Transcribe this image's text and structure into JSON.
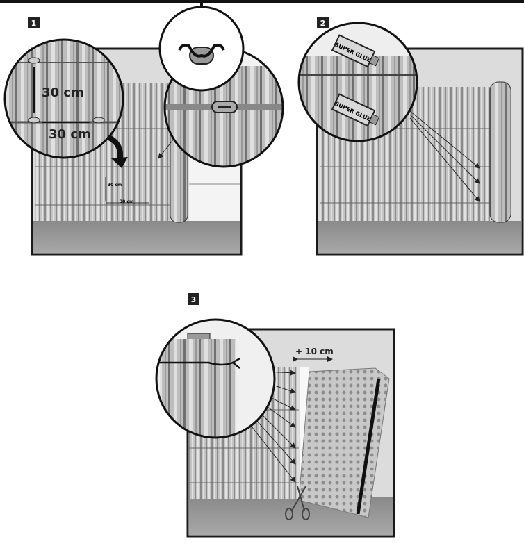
{
  "steps": [
    {
      "number": "1",
      "vertical_spacing": "30 cm",
      "horizontal_spacing": "30 cm",
      "small_vertical": "30 cm",
      "small_horizontal": "30 cm"
    },
    {
      "number": "2",
      "glue_label_top": "SUPER GLUE",
      "glue_label_bottom": "SUPER GLUE"
    },
    {
      "number": "3",
      "overlap": "+ 10 cm"
    }
  ],
  "colors": {
    "frame": "#1a1a1a",
    "sky": "#dcdcdc",
    "ground": "#9a9a9a",
    "reed": "#bdbdbd",
    "reed_dark": "#7a7a7a"
  }
}
